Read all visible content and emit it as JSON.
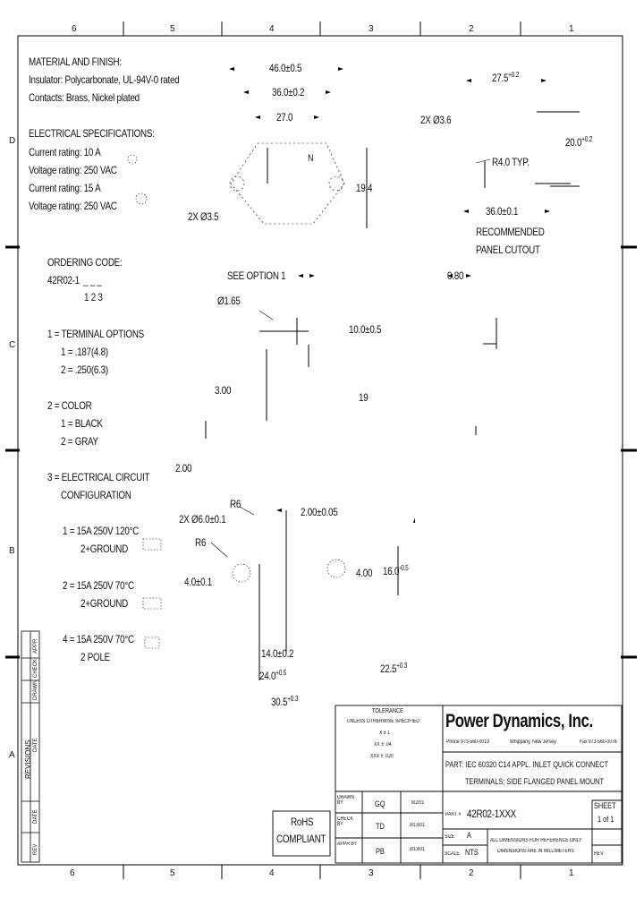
{
  "border": {
    "top_zones": [
      "6",
      "5",
      "4",
      "3",
      "2",
      "1"
    ],
    "bottom_zones": [
      "6",
      "5",
      "4",
      "3",
      "2",
      "1"
    ],
    "side_zones": [
      "D",
      "C",
      "B",
      "A"
    ]
  },
  "notes": {
    "material_title": "MATERIAL AND FINISH:",
    "insulator": "Insulator: Polycarbonate, UL-94V-0 rated",
    "contacts": "Contacts: Brass, Nickel plated",
    "electrical_title": "ELECTRICAL SPECIFICATIONS:",
    "current_10": "Current rating: 10 A",
    "voltage_250a": "Voltage rating: 250 VAC",
    "current_15": "Current rating: 15 A",
    "voltage_250b": "Voltage rating: 250 VAC"
  },
  "ordering": {
    "title": "ORDERING CODE:",
    "code": "42R02-1",
    "blanks": "_ _ _",
    "positions": "1  2  3",
    "opt1_title": "1 = TERMINAL OPTIONS",
    "opt1_a": "1 = .187(4.8)",
    "opt1_b": "2 = .250(6.3)",
    "opt2_title": "2 = COLOR",
    "opt2_a": "1 = BLACK",
    "opt2_b": "2 = GRAY",
    "opt3_title": "3 = ELECTRICAL CIRCUIT",
    "opt3_title2": "CONFIGURATION",
    "opt3_a": "1 = 15A 250V 120°C",
    "opt3_a2": "2+GROUND",
    "opt3_b": "2 = 15A 250V 70°C",
    "opt3_b2": "2+GROUND",
    "opt3_c": "4 = 15A 250V 70°C",
    "opt3_c2": "2 POLE"
  },
  "dims": {
    "d46": "46.0±0.5",
    "d36": "36.0±0.2",
    "d27": "27.0",
    "d19_4": "19.4",
    "hole35": "2X Ø3.5",
    "d27_5": "27.5",
    "d27_5_tol": "+0.2",
    "hole36": "2X Ø3.6",
    "d20": "20.0",
    "d20_tol": "+0.2",
    "r4": "R4.0 TYP.",
    "d36_1": "36.0±0.1",
    "cutout1": "RECOMMENDED",
    "cutout2": "PANEL CUTOUT",
    "see_option": "SEE OPTION 1",
    "d0_80": "0.80",
    "d1_65": "Ø1.65",
    "d10": "10.0±0.5",
    "d3": "3.00",
    "d19": "19",
    "d2": "2.00",
    "r6a": "R6",
    "hole6": "2X Ø6.0±0.1",
    "r6b": "R6",
    "d2_05": "2.00±0.05",
    "d4_1": "4.0±0.1",
    "d4_00": "4.00",
    "d16": "16.0",
    "d16_tol": "-0.5",
    "d14": "14.0±0.2",
    "d24": "24.0",
    "d24_tol": "+0.5",
    "d22_5": "22.5",
    "d22_5_tol": "+0.3",
    "d30_5": "30.5",
    "d30_5_tol": "+0.3",
    "face_n": "N"
  },
  "tolerance": {
    "title": "TOLERANCE",
    "subtitle": "UNLESS OTHERWISE SPECIFIED",
    "x": "X  ±  1",
    "xx": "XX  ±  .04",
    "xxx": "XXX  ±  .020"
  },
  "title_block": {
    "company": "Power Dynamics, Inc.",
    "phone": "Phone 973-560-0019",
    "city": "Whippany, New Jersey",
    "fax": "Fax 973-560-0076",
    "part_desc1": "PART: IEC 60320 C14 APPL. INLET QUICK CONNECT",
    "part_desc2": "TERMINALS; SIDE FLANGED PANEL MOUNT",
    "drawn_label": "DRAWN BY",
    "drawn_by": "GQ",
    "drawn_date": "8/2/01",
    "check_label": "CHECK BY",
    "check_by": "TD",
    "check_date": "8/13/01",
    "appr_label": "APPR BY",
    "appr_by": "PB",
    "appr_date": "8/13/01",
    "part_no_label": "PART #",
    "part_no": "42R02-1XXX",
    "sheet_label": "SHEET",
    "sheet": "1 of 1",
    "size_label": "SIZE",
    "size": "A",
    "scale_label": "SCALE",
    "scale": "NTS",
    "note1": "ALL DIMENSIONS FOR REFERENCE ONLY",
    "note2": "DIMENSIONS ARE IN MILLIMETERS",
    "rev_label": "REV:"
  },
  "rohs": {
    "line1": "RoHS",
    "line2": "COMPLIANT"
  },
  "revisions": {
    "title": "REVISIONS",
    "cols": [
      "APPR",
      "CHECK",
      "DRAWN",
      "DATE",
      "DATE",
      "REV"
    ]
  }
}
